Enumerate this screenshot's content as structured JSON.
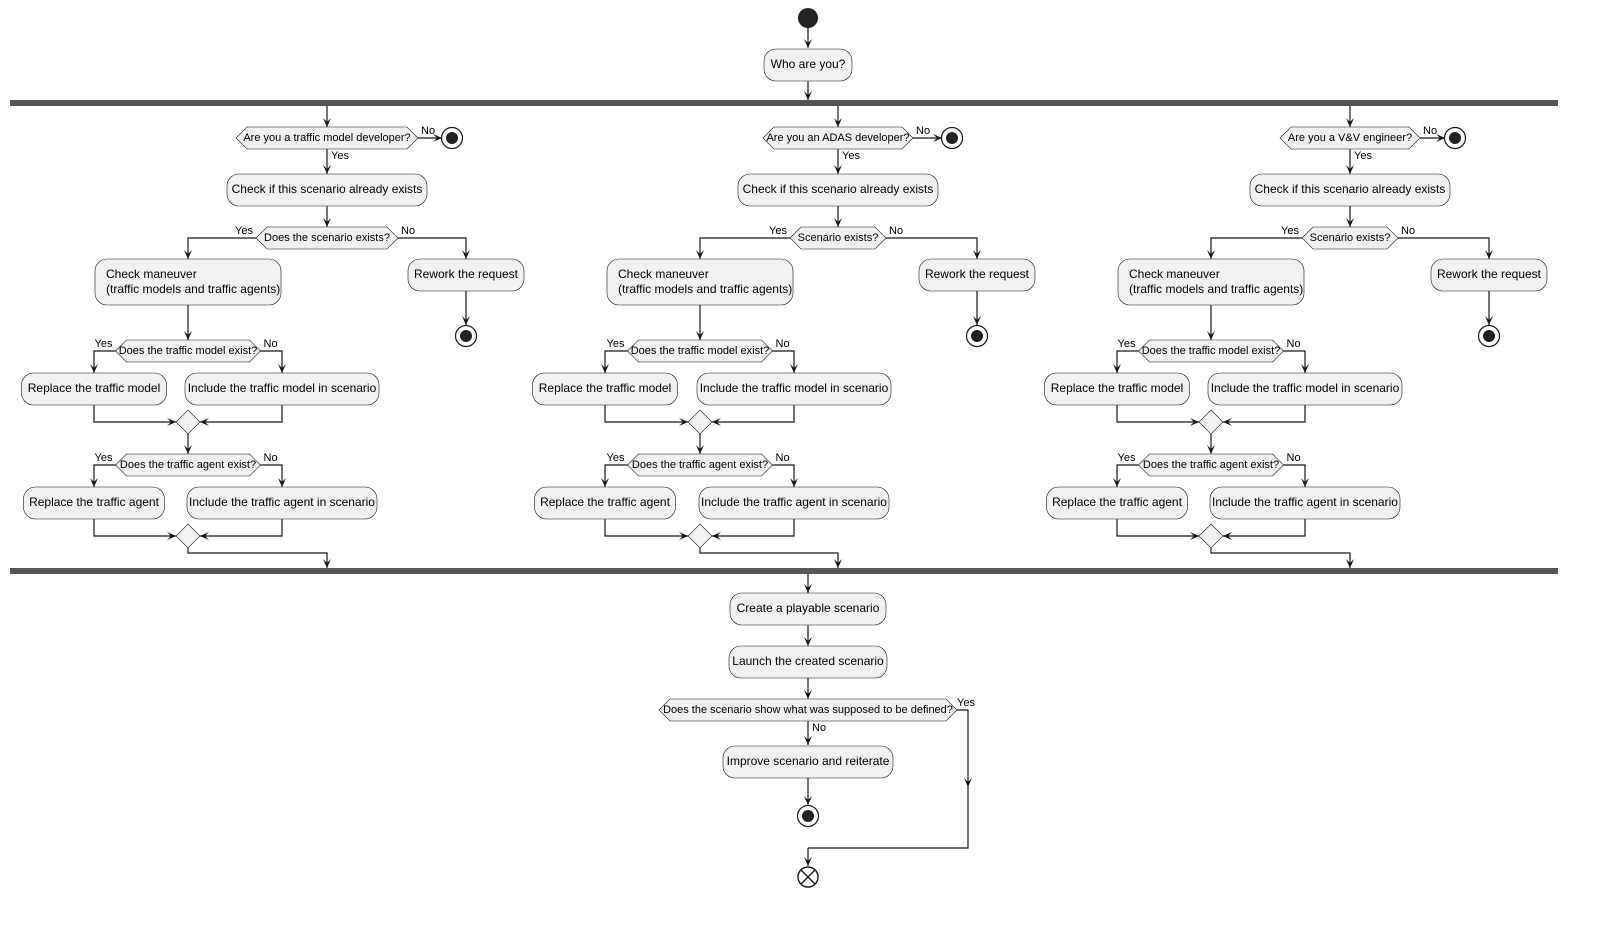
{
  "start": {},
  "intro": {
    "label": "Who are you?"
  },
  "branches": [
    {
      "role_question": "Are you a traffic model developer?",
      "yes": "Yes",
      "no": "No",
      "check": "Check if this scenario already exists",
      "exists_question": "Does the scenario exists?",
      "maneuver_line1": "Check maneuver",
      "maneuver_line2": "(traffic models and traffic agents)",
      "rework": "Rework the request",
      "model_question": "Does the traffic model exist?",
      "replace_model": "Replace the traffic model",
      "include_model": "Include the traffic model in scenario",
      "agent_question": "Does the traffic agent exist?",
      "replace_agent": "Replace the traffic agent",
      "include_agent": "Include the traffic agent in scenario"
    },
    {
      "role_question": "Are you an ADAS developer?",
      "yes": "Yes",
      "no": "No",
      "check": "Check if this scenario already exists",
      "exists_question": "Scenario exists?",
      "maneuver_line1": "Check maneuver",
      "maneuver_line2": "(traffic models and traffic agents)",
      "rework": "Rework the request",
      "model_question": "Does the traffic model exist?",
      "replace_model": "Replace the traffic model",
      "include_model": "Include the traffic model in scenario",
      "agent_question": "Does the traffic agent exist?",
      "replace_agent": "Replace the traffic agent",
      "include_agent": "Include the traffic agent in scenario"
    },
    {
      "role_question": "Are you a V&V engineer?",
      "yes": "Yes",
      "no": "No",
      "check": "Check if this scenario already exists",
      "exists_question": "Scenario exists?",
      "maneuver_line1": "Check maneuver",
      "maneuver_line2": "(traffic models and traffic agents)",
      "rework": "Rework the request",
      "model_question": "Does the traffic model exist?",
      "replace_model": "Replace the traffic model",
      "include_model": "Include the traffic model in scenario",
      "agent_question": "Does the traffic agent exist?",
      "replace_agent": "Replace the traffic agent",
      "include_agent": "Include the traffic agent in scenario"
    }
  ],
  "final": {
    "create": "Create a playable scenario",
    "launch": "Launch the created scenario",
    "check_question": "Does the scenario show what was supposed to be defined?",
    "yes": "Yes",
    "no": "No",
    "improve": "Improve scenario and reiterate"
  }
}
